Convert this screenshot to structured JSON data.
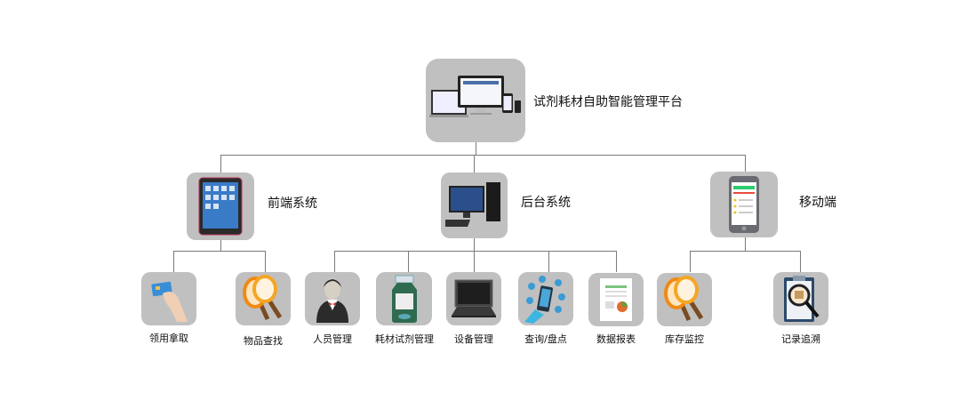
{
  "root": {
    "title": "试剂耗材自助智能管理平台",
    "icon": "devices-icon"
  },
  "systems": [
    {
      "title": "前端系统",
      "icon": "tablet-icon",
      "children": [
        {
          "label": "领用拿取",
          "icon": "card-hand-icon"
        },
        {
          "label": "物品查找",
          "icon": "magnifier-icon"
        }
      ]
    },
    {
      "title": "后台系统",
      "icon": "desktop-pc-icon",
      "children": [
        {
          "label": "人员管理",
          "icon": "person-icon"
        },
        {
          "label": "耗材试剂管理",
          "icon": "reagent-bottle-icon"
        },
        {
          "label": "设备管理",
          "icon": "laptop-icon"
        },
        {
          "label": "查询/盘点",
          "icon": "phone-query-icon"
        },
        {
          "label": "数据报表",
          "icon": "report-icon"
        }
      ]
    },
    {
      "title": "移动端",
      "icon": "smartphone-icon",
      "children": [
        {
          "label": "库存监控",
          "icon": "magnifier-icon"
        },
        {
          "label": "记录追溯",
          "icon": "clipboard-search-icon"
        }
      ]
    }
  ]
}
